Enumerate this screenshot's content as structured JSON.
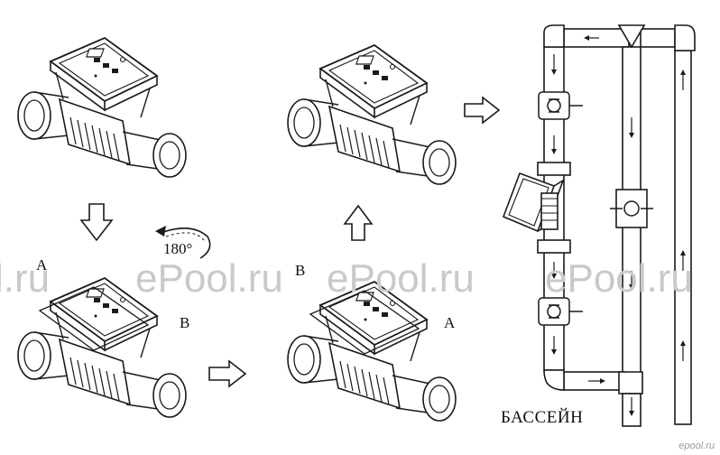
{
  "labels": {
    "a_left": "A",
    "b_left": "B",
    "b_right": "B",
    "a_right": "A",
    "rotation": "180°",
    "pool": "БАССЕЙН"
  },
  "watermark": {
    "left": "l.ru",
    "mid": "ePool.ru",
    "right": "ePool.ru",
    "far_right": "ePool.ru",
    "corner": "epool.ru"
  },
  "colors": {
    "line": "#1a1a1a",
    "watermark": "#c9c9c9"
  }
}
